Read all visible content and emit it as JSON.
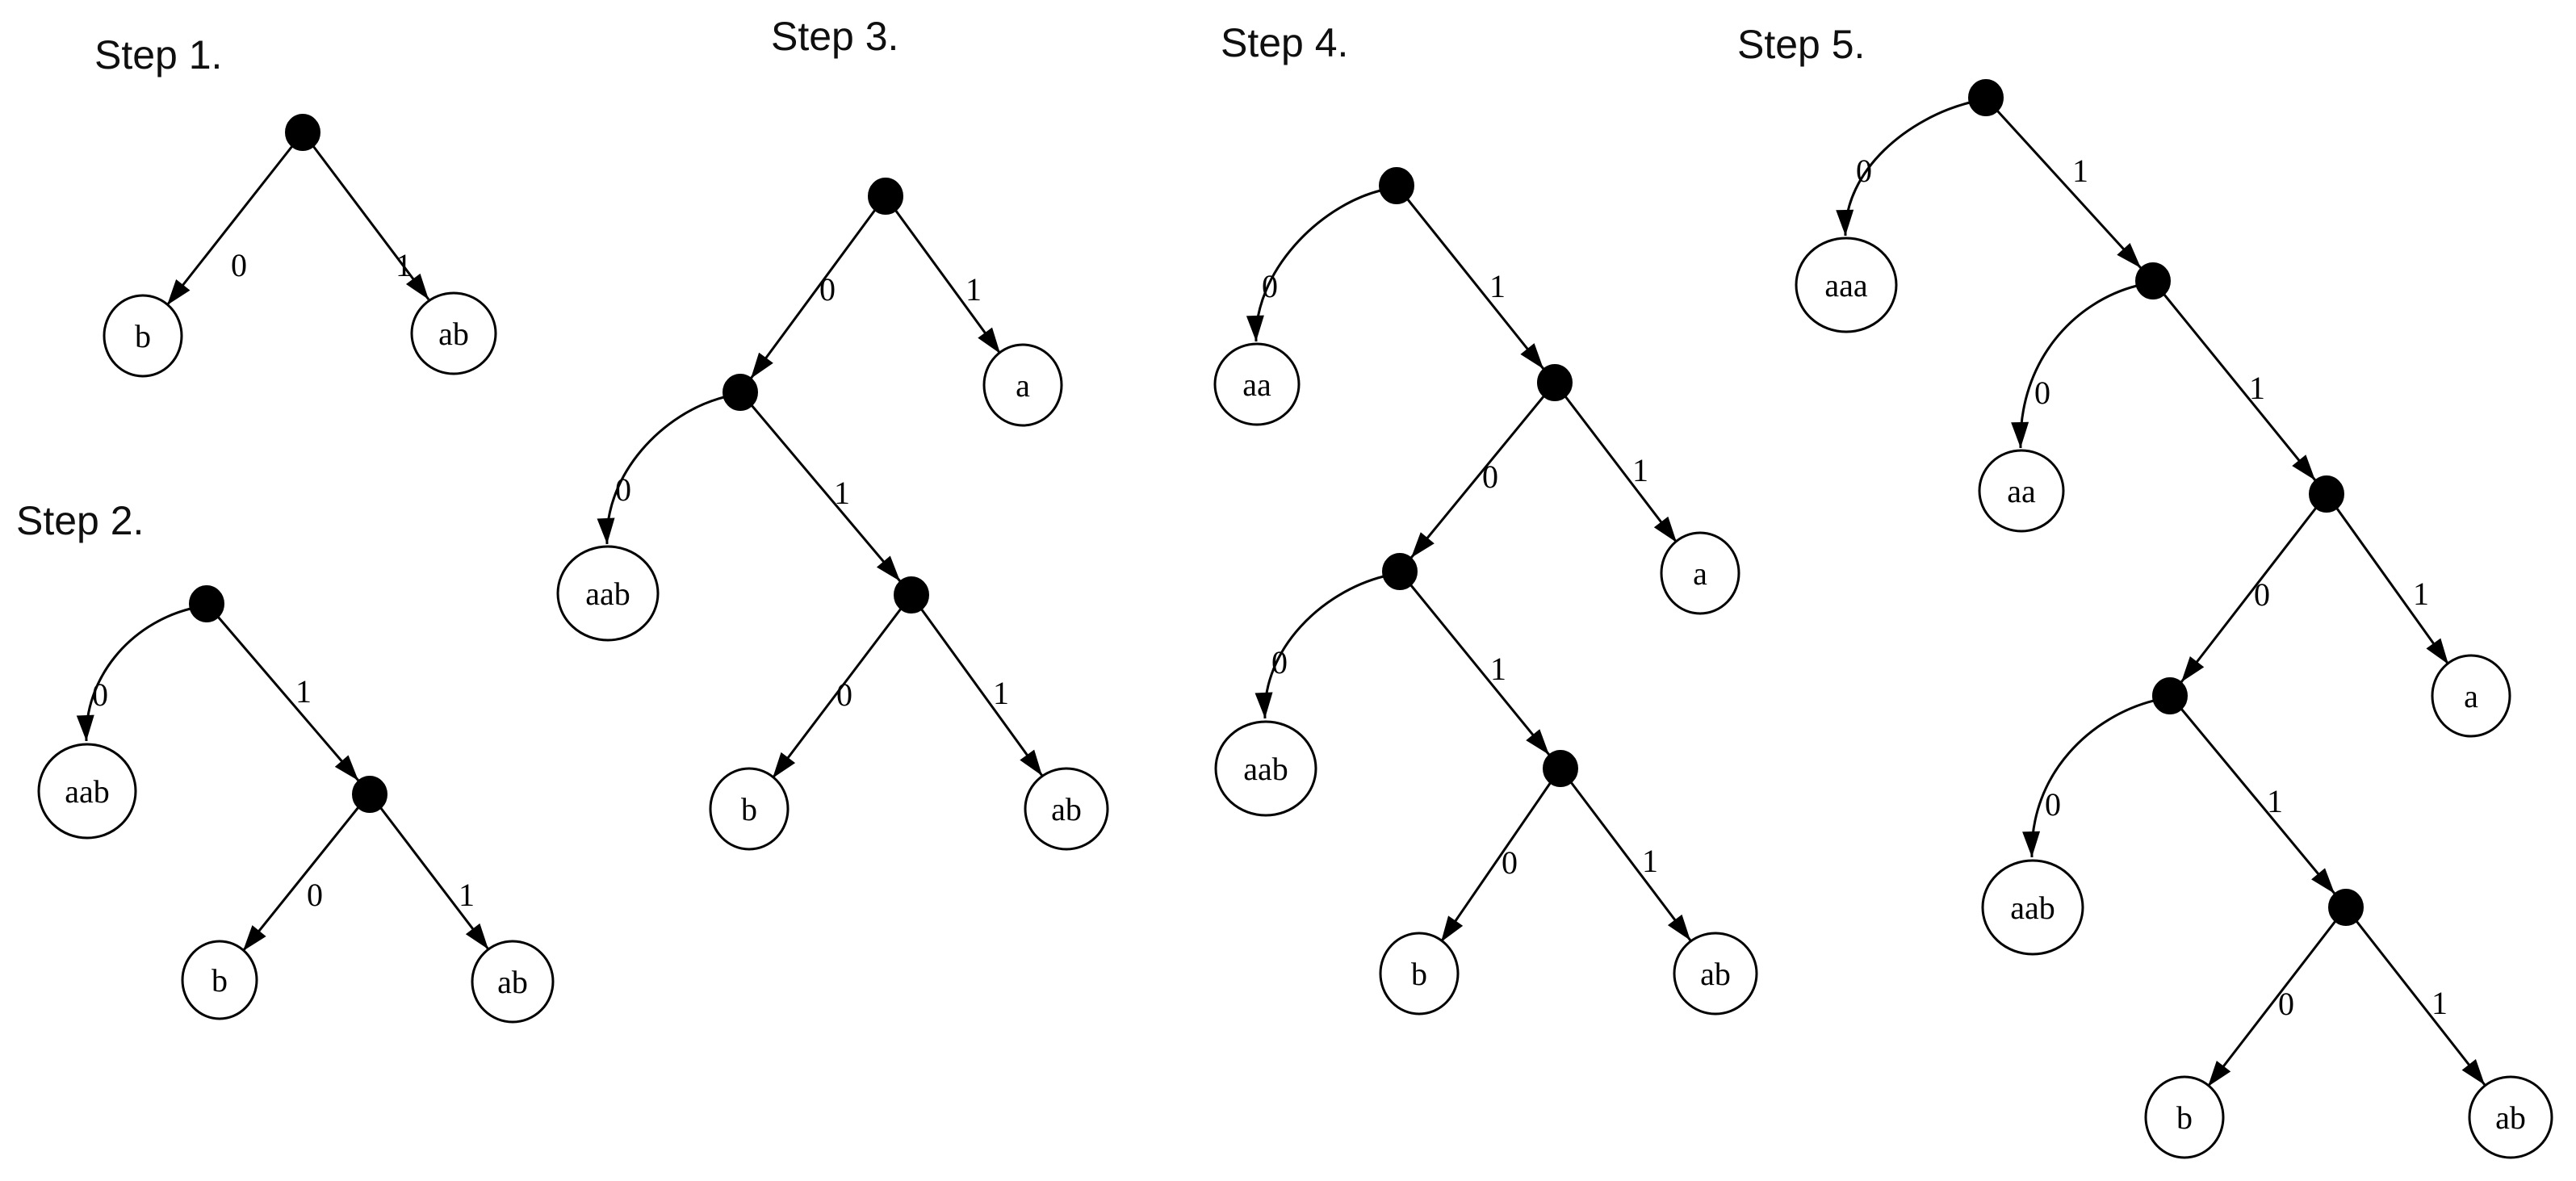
{
  "figure": {
    "background_color": "#ffffff",
    "stroke_color": "#000000",
    "internal_node_fill": "#000000",
    "leaf_fill": "#ffffff",
    "type": "binary code-tree construction, 5 steps"
  },
  "steps": [
    {
      "title": "Step 1.",
      "edge_labels": [
        "0",
        "1"
      ],
      "leaves": [
        "b",
        "ab"
      ]
    },
    {
      "title": "Step 2.",
      "edge_labels": [
        "0",
        "1",
        "0",
        "1"
      ],
      "leaves": [
        "aab",
        "b",
        "ab"
      ]
    },
    {
      "title": "Step 3.",
      "edge_labels": [
        "0",
        "1",
        "0",
        "1",
        "0",
        "1"
      ],
      "leaves": [
        "a",
        "aab",
        "b",
        "ab"
      ]
    },
    {
      "title": "Step 4.",
      "edge_labels": [
        "0",
        "1",
        "0",
        "1",
        "0",
        "1",
        "0",
        "1"
      ],
      "leaves": [
        "aa",
        "a",
        "aab",
        "b",
        "ab"
      ]
    },
    {
      "title": "Step 5.",
      "edge_labels": [
        "0",
        "1",
        "0",
        "1",
        "0",
        "1",
        "0",
        "1",
        "0",
        "1"
      ],
      "leaves": [
        "aaa",
        "aa",
        "a",
        "aab",
        "b",
        "ab"
      ]
    }
  ]
}
